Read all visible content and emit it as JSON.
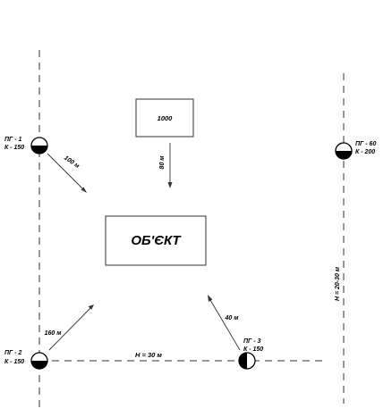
{
  "object": {
    "label": "ОБ'ЄКТ"
  },
  "reservoir": {
    "label": "1000"
  },
  "hydrants": [
    {
      "id": "ПГ - 1",
      "k": "К - 150"
    },
    {
      "id": "ПГ - 2",
      "k": "К - 150"
    },
    {
      "id": "ПГ - 3",
      "k": "К - 150"
    },
    {
      "id": "ПГ - 60",
      "k": "К - 200"
    }
  ],
  "distances": {
    "pg1": "100 м",
    "reservoir": "80 м",
    "pg2": "160 м",
    "pg3": "40 м",
    "pipe_pg2_pg3": "Н = 30 м",
    "right_line": "Н = 20-30 м"
  }
}
